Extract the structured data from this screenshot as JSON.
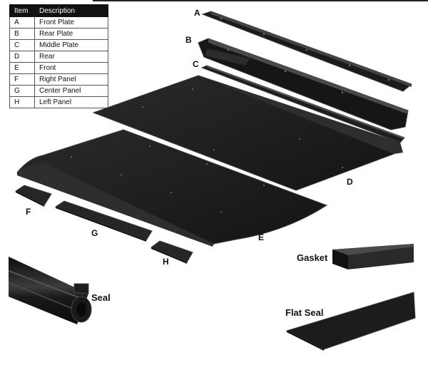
{
  "legend": {
    "headers": [
      "Item",
      "Description"
    ],
    "rows": [
      {
        "item": "A",
        "description": "Front Plate"
      },
      {
        "item": "B",
        "description": "Rear Plate"
      },
      {
        "item": "C",
        "description": "Middle Plate"
      },
      {
        "item": "D",
        "description": "Rear"
      },
      {
        "item": "E",
        "description": "Front"
      },
      {
        "item": "F",
        "description": "Right Panel"
      },
      {
        "item": "G",
        "description": "Center Panel"
      },
      {
        "item": "H",
        "description": "Left Panel"
      }
    ]
  },
  "callouts": {
    "a": "A",
    "b": "B",
    "c": "C",
    "d": "D",
    "e": "E",
    "f": "F",
    "g": "G",
    "h": "H",
    "seal": "Seal",
    "gasket": "Gasket",
    "flat_seal": "Flat Seal"
  },
  "colors": {
    "part": "#1c1c1c",
    "part_edge": "#3a3a3a",
    "highlight": "#555555"
  }
}
